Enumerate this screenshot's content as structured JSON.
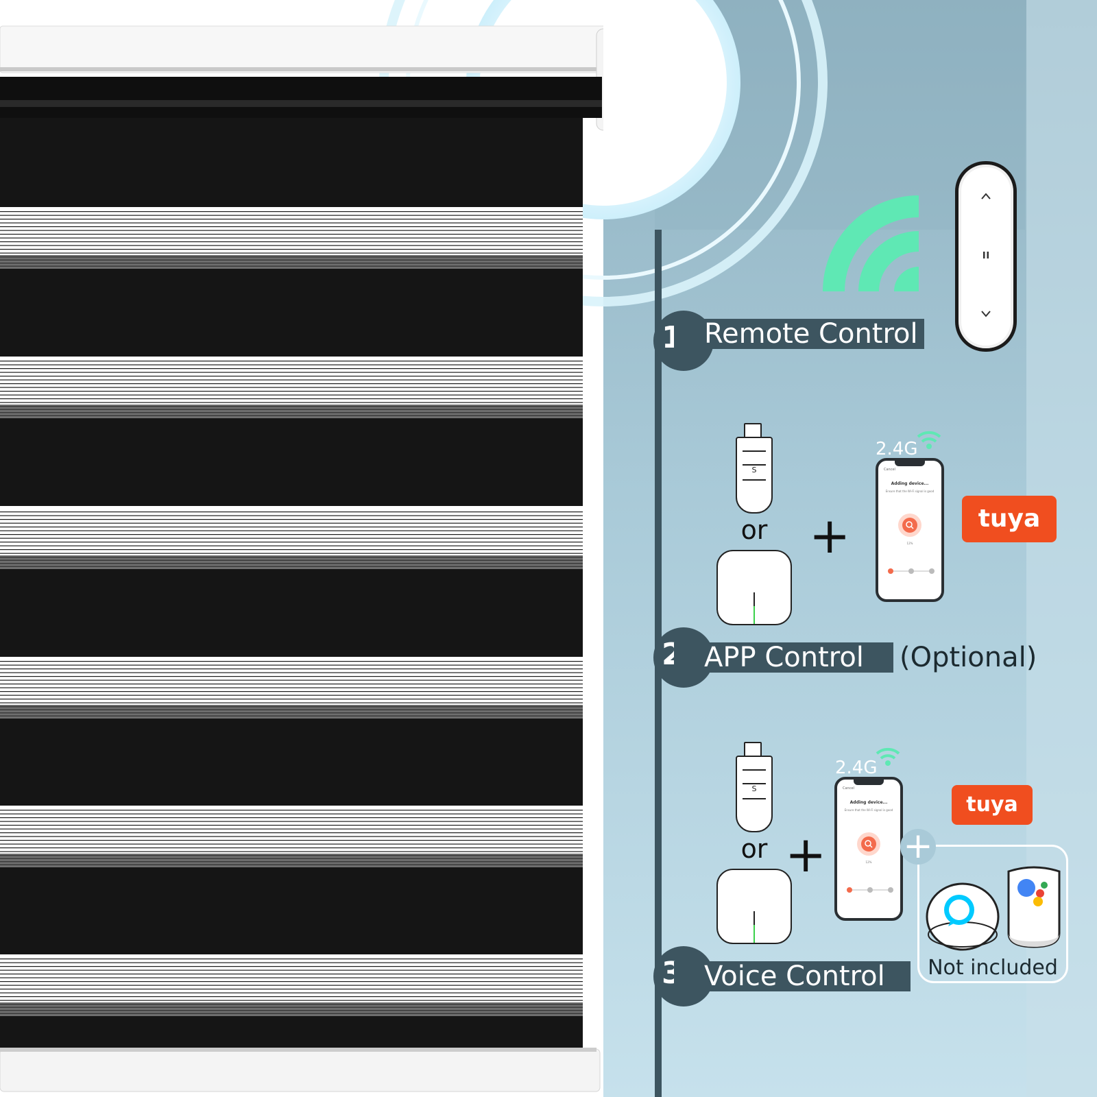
{
  "control_methods": [
    {
      "number": "1",
      "label": "Remote Control"
    },
    {
      "number": "2",
      "label": "APP Control",
      "note": "(Optional)"
    },
    {
      "number": "3",
      "label": "Voice Control"
    }
  ],
  "app_control": {
    "or_label": "or",
    "plus": "+",
    "band": "2.4G",
    "brand": "tuya"
  },
  "voice_control": {
    "or_label": "or",
    "plus": "+",
    "band": "2.4G",
    "brand": "tuya",
    "extra_plus": "+",
    "assistant_note": "Not included"
  },
  "hub": {
    "label": "S"
  },
  "phone_screen": {
    "cancel": "Cancel",
    "title": "Adding device...",
    "subtitle": "Ensure that the Wi-Fi signal is good",
    "progress": "12%"
  },
  "colors": {
    "panel_background": "#a9cad8",
    "banner": "#3d5560",
    "wifi_signal": "#5fe8b4",
    "tuya_brand": "#f04e1f",
    "blind_dark": "#151515"
  },
  "icons": [
    "wifi-signal-icon",
    "remote-up-icon",
    "remote-pause-icon",
    "remote-down-icon",
    "alexa-ring-icon",
    "google-dots-icon"
  ]
}
